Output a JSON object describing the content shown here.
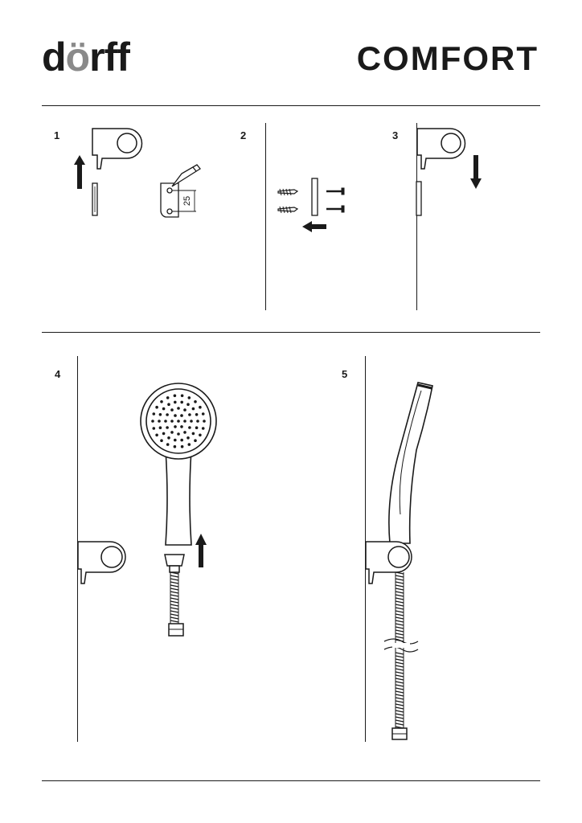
{
  "header": {
    "brand": "dörff",
    "brand_parts": [
      "d",
      "ö",
      "rff"
    ],
    "product": "COMFORT"
  },
  "steps": [
    {
      "number": "1",
      "dimension_label": "25"
    },
    {
      "number": "2"
    },
    {
      "number": "3"
    },
    {
      "number": "4"
    },
    {
      "number": "5"
    }
  ],
  "colors": {
    "ink": "#1a1a1a",
    "accent_gray": "#8a8a8a",
    "background": "#ffffff"
  }
}
